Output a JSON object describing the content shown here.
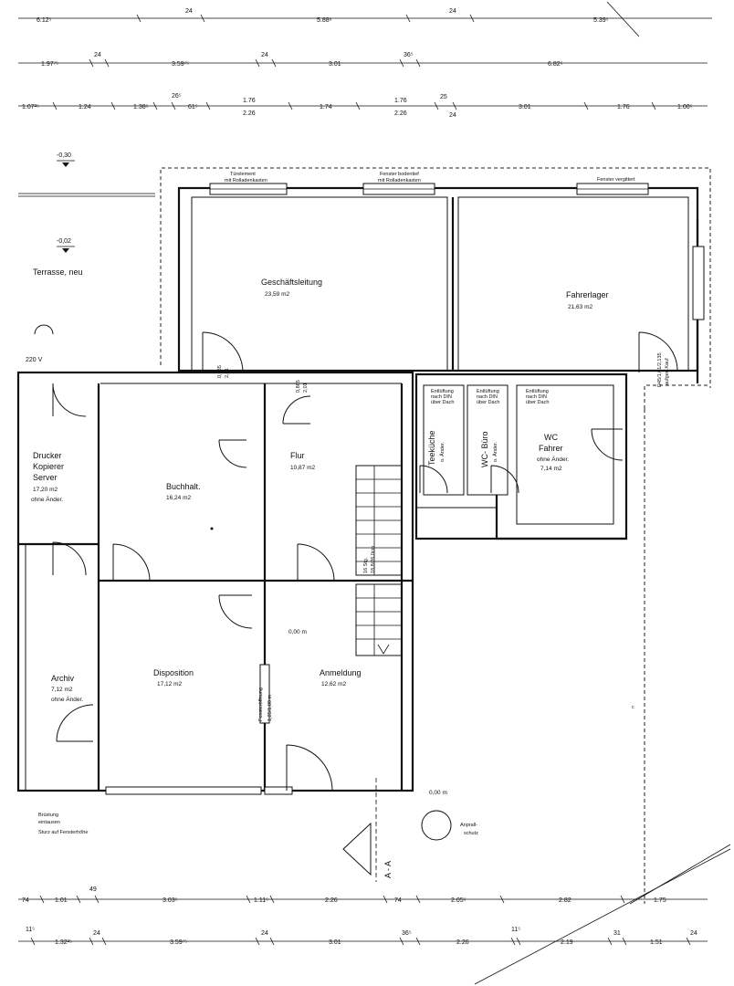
{
  "dimensions": {
    "row1": [
      "6.12⁵",
      "24",
      "5.88⁶",
      "24",
      "5.39⁵"
    ],
    "row2": [
      "1.97⁷⁵",
      "24",
      "3.59⁷⁵",
      "24",
      "3.01",
      "36⁵",
      "6.82⁵"
    ],
    "row3": [
      "1.07²⁵",
      "1.24",
      "1.38⁵",
      "26⁵",
      "61⁵",
      "1.76",
      "2.26",
      "1.74",
      "1.76",
      "2.26",
      "25",
      "24",
      "3.01",
      "1.76",
      "1.00⁵"
    ],
    "row4": [
      "74",
      "1.01",
      "49",
      "3.03⁵",
      "1.11⁵",
      "2.26",
      "74",
      "2.05⁵",
      "2.82",
      "1.75"
    ],
    "row5": [
      "11⁵",
      "1.32²⁵",
      "24",
      "3.59⁷⁵",
      "24",
      "3.01",
      "36⁵",
      "2.26",
      "11⁵",
      "2.19",
      "31",
      "1.51",
      "24"
    ]
  },
  "levels": {
    "l1": "-0,30",
    "l2": "-0,02",
    "l3": "0,00 m",
    "l4": "0,00 m"
  },
  "labels": {
    "terrace": "Terrasse, neu",
    "power": "220 V",
    "window1": "Türelement",
    "window1b": "mit Rolladenkasten",
    "window2": "Fenster bodentief",
    "window2b": "mit Rolladenkasten",
    "window3": "Fenster vergittert",
    "door1": "0,885",
    "door1b": "2,01",
    "door2": "0,885",
    "door2b": "2,01",
    "door3": "D45/1,01/2,135",
    "door3b": "aufgen.Kauf",
    "vent": "Entlüftung",
    "ventb": "nach DIN",
    "ventc": "über Dach",
    "stairs": "16 Stg.",
    "stairsb": "18,8/26,0cm",
    "window_opening": "Fensteröffnung",
    "window_opening_b": "1,25/1,00 m",
    "bruestung": "Brüstung",
    "bruestung_b": "eintausen",
    "bruestung_c": "Sturz auf Fensterhöhe",
    "anprall": "Anprall-",
    "anprall_b": "schutz",
    "section": "A - A"
  },
  "rooms": {
    "geschaeftsleitung": {
      "name": "Geschäftsleitung",
      "area": "23,59 m2"
    },
    "fahrerlager": {
      "name": "Fahrerlager",
      "area": "21,63 m2"
    },
    "drucker": {
      "name1": "Drucker",
      "name2": "Kopierer",
      "name3": "Server",
      "area": "17,20 m2",
      "note": "ohne Änder."
    },
    "buchhalt": {
      "name": "Buchhalt.",
      "area": "16,24 m2"
    },
    "flur": {
      "name": "Flur",
      "area": "10,87 m2"
    },
    "teekueche": {
      "name": "Teeküche",
      "note": "o. Änder."
    },
    "wcbuero": {
      "name": "WC- Büro",
      "note": "o. Änder."
    },
    "wcfahrer": {
      "name1": "WC",
      "name2": "Fahrer",
      "note": "ohne Änder.",
      "area": "7,14 m2"
    },
    "archiv": {
      "name": "Archiv",
      "area": "7,12 m2",
      "note": "ohne Änder."
    },
    "disposition": {
      "name": "Disposition",
      "area": "17,12 m2"
    },
    "anmeldung": {
      "name": "Anmeldung",
      "area": "12,62 m2"
    }
  }
}
